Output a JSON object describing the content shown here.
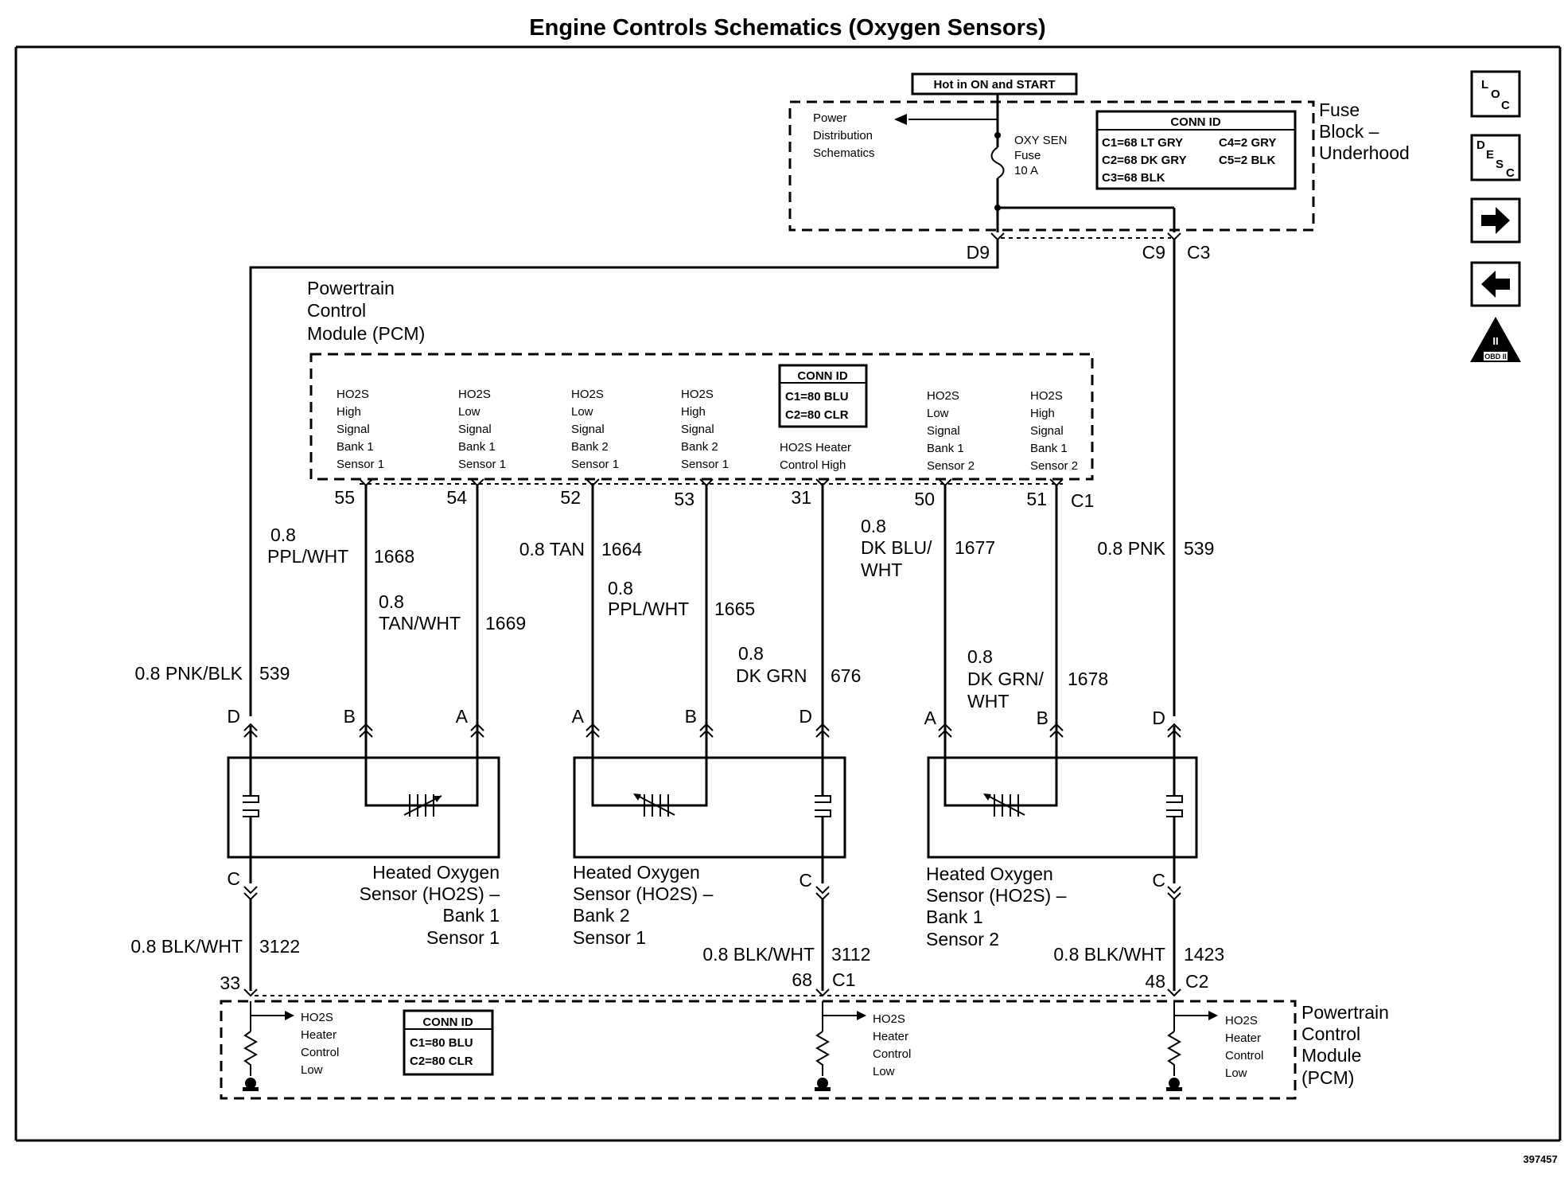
{
  "title": "Engine Controls Schematics (Oxygen Sensors)",
  "figure_id": "397457",
  "nav": {
    "loc": [
      "L",
      "O",
      "C"
    ],
    "desc": [
      "D",
      "E",
      "S",
      "C"
    ],
    "obd": [
      "II",
      "OBD II"
    ]
  },
  "fuse_block": {
    "hot_label": "Hot in ON and START",
    "power_dist": [
      "Power",
      "Distribution",
      "Schematics"
    ],
    "fuse": [
      "OXY SEN",
      "Fuse",
      "10 A"
    ],
    "name": [
      "Fuse",
      "Block –",
      "Underhood"
    ],
    "conn_id": {
      "title": "CONN ID",
      "left": [
        "C1=68 LT GRY",
        "C2=68 DK GRY",
        "C3=68 BLK"
      ],
      "right": [
        "C4=2 GRY",
        "C5=2 BLK"
      ]
    },
    "outputs": [
      "D9",
      "C9",
      "C3"
    ]
  },
  "pcm_top": {
    "name": [
      "Powertrain",
      "Control",
      "Module (PCM)"
    ],
    "conn_id": {
      "title": "CONN ID",
      "lines": [
        "C1=80 BLU",
        "C2=80 CLR"
      ]
    },
    "signals": [
      [
        "HO2S",
        "High",
        "Signal",
        "Bank 1",
        "Sensor 1"
      ],
      [
        "HO2S",
        "Low",
        "Signal",
        "Bank 1",
        "Sensor 1"
      ],
      [
        "HO2S",
        "Low",
        "Signal",
        "Bank 2",
        "Sensor 1"
      ],
      [
        "HO2S",
        "High",
        "Signal",
        "Bank 2",
        "Sensor 1"
      ],
      [
        "HO2S Heater",
        "Control High"
      ],
      [
        "HO2S",
        "Low",
        "Signal",
        "Bank 1",
        "Sensor 2"
      ],
      [
        "HO2S",
        "High",
        "Signal",
        "Bank 1",
        "Sensor 2"
      ]
    ],
    "pins": [
      "55",
      "54",
      "52",
      "53",
      "31",
      "50",
      "51"
    ],
    "connector": "C1"
  },
  "wires": [
    {
      "size": "0.8",
      "color": "PPL/WHT",
      "circuit": "1668"
    },
    {
      "size": "0.8",
      "color": "TAN/WHT",
      "circuit": "1669"
    },
    {
      "label": "0.8 TAN",
      "circuit": "1664"
    },
    {
      "size": "0.8",
      "color": "PPL/WHT",
      "circuit": "1665"
    },
    {
      "size": "0.8",
      "color": "DK GRN",
      "circuit": "676"
    },
    {
      "size": "0.8",
      "color": [
        "DK BLU/",
        "WHT"
      ],
      "circuit": "1677"
    },
    {
      "size": "0.8",
      "color": [
        "DK GRN/",
        "WHT"
      ],
      "circuit": "1678"
    },
    {
      "label": "0.8 PNK",
      "circuit": "539"
    },
    {
      "label": "0.8 PNK/BLK",
      "circuit": "539"
    }
  ],
  "sensors": [
    {
      "name": [
        "Heated Oxygen",
        "Sensor (HO2S) –",
        "Bank 1",
        "Sensor 1"
      ],
      "pins_top": [
        "D",
        "B",
        "A"
      ],
      "pin_bottom": "C"
    },
    {
      "name": [
        "Heated Oxygen",
        "Sensor (HO2S) –",
        "Bank 2",
        "Sensor 1"
      ],
      "pins_top": [
        "A",
        "B",
        "D"
      ],
      "pin_bottom": "C"
    },
    {
      "name": [
        "Heated Oxygen",
        "Sensor (HO2S) –",
        "Bank 1",
        "Sensor 2"
      ],
      "pins_top": [
        "A",
        "B",
        "D"
      ],
      "pin_bottom": "C"
    }
  ],
  "ground_wires": [
    {
      "label": "0.8 BLK/WHT",
      "circuit": "3122",
      "pin": "33",
      "connector": ""
    },
    {
      "label": "0.8 BLK/WHT",
      "circuit": "3112",
      "pin": "68",
      "connector": "C1"
    },
    {
      "label": "0.8 BLK/WHT",
      "circuit": "1423",
      "pin": "48",
      "connector": "C2"
    }
  ],
  "pcm_bottom": {
    "name": [
      "Powertrain",
      "Control",
      "Module",
      "(PCM)"
    ],
    "conn_id": {
      "title": "CONN ID",
      "lines": [
        "C1=80 BLU",
        "C2=80 CLR"
      ]
    },
    "heater_low": [
      "HO2S",
      "Heater",
      "Control",
      "Low"
    ]
  }
}
